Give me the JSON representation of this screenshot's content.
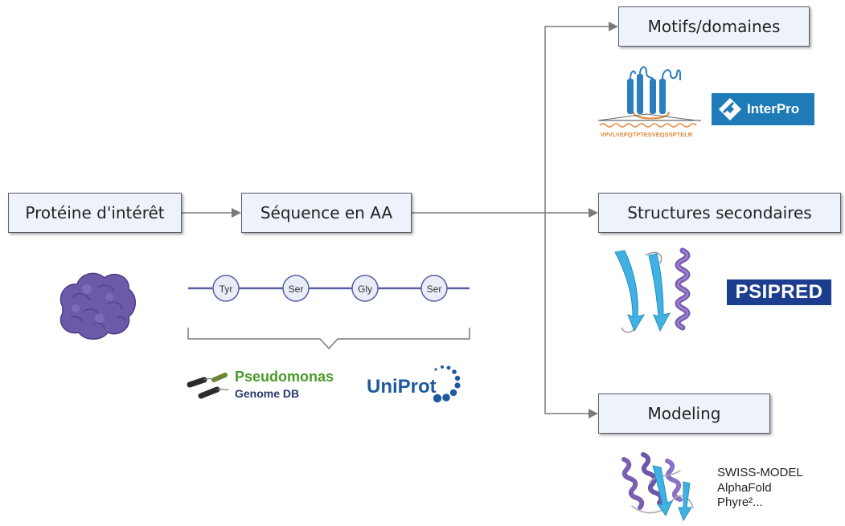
{
  "boxes": {
    "protein": "Protéine d'intérêt",
    "sequence": "Séquence en AA",
    "motifs": "Motifs/domaines",
    "secondary": "Structures secondaires",
    "modeling": "Modeling"
  },
  "amino_acids": [
    "Tyr",
    "Ser",
    "Gly",
    "Ser"
  ],
  "logos": {
    "pseudomonas_line1": "Pseudomonas",
    "pseudomonas_line2": "Genome DB",
    "uniprot": "UniProt",
    "interpro": "InterPro",
    "psipred": "PSIPRED",
    "motif_sequence": "VPVLVEPQTPTESVEQSSPTELR"
  },
  "modeling_tools": [
    "SWISS-MODEL",
    "AlphaFold",
    "Phyre²..."
  ],
  "colors": {
    "box_fill": "#eef2fa",
    "connector": "#7a7a7a",
    "protein_blob": "#6c5aa8",
    "chain_line": "#5b5fa8",
    "residue_fill": "#e9edf7",
    "interpro_bg": "#1f7bb8",
    "psipred_bg": "#1d3d8f",
    "beta_strand": "#3fb1e3",
    "alpha_helix": "#7a5fb0",
    "pseudomonas_green": "#4a9a2a",
    "uniprot_blue": "#1f5a9e"
  }
}
